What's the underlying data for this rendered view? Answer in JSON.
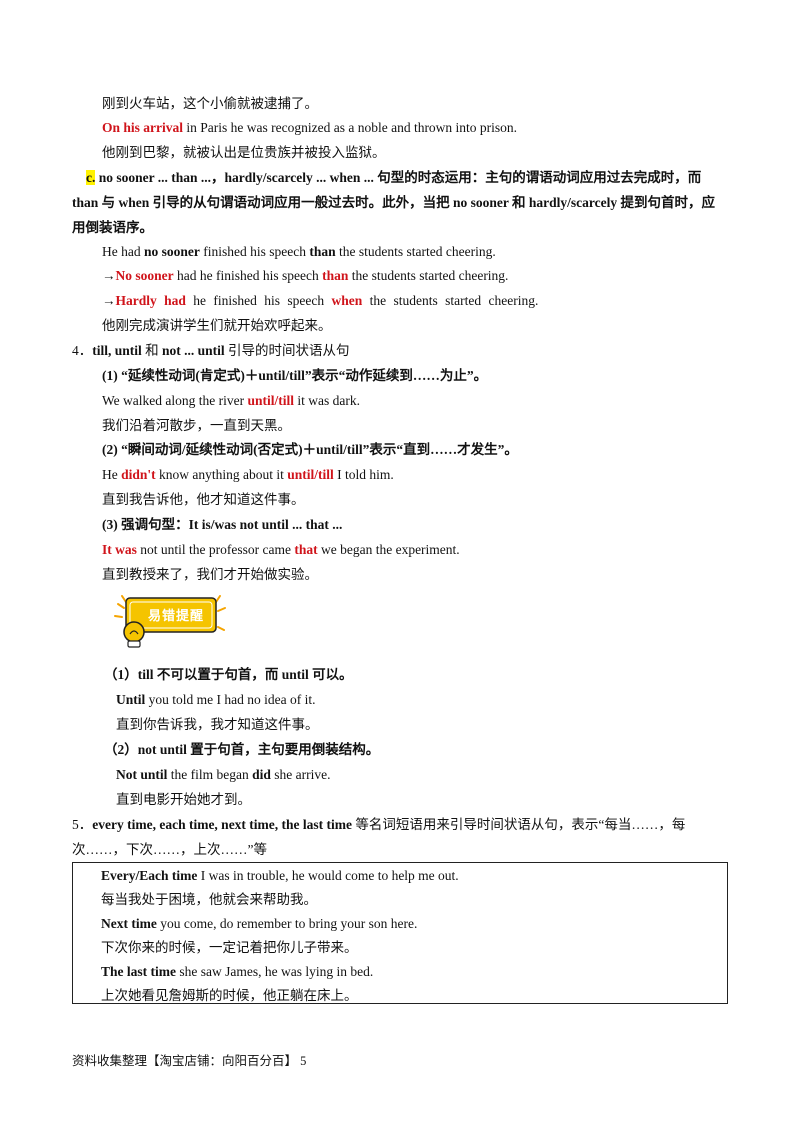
{
  "l1": "刚到火车站，这个小偷就被逮捕了。",
  "l2": {
    "a": "On his arrival",
    "b": " in Paris he was recognized as a noble and thrown into prison."
  },
  "l3": "他刚到巴黎，就被认出是位贵族并被投入监狱。",
  "c_para": {
    "label": "c.",
    "text": " no sooner ... than ...，hardly/scarcely ... when ... 句型的时态运用：主句的谓语动词应用过去完成时，而 than 与 when 引导的从句谓语动词应用一般过去时。此外，当把 no sooner 和 hardly/scarcely 提到句首时，应用倒装语序。"
  },
  "l4": {
    "a": "He had ",
    "b": "no sooner",
    "c": " finished his speech ",
    "d": "than",
    "e": " the students started cheering."
  },
  "l5": {
    "a": "→",
    "b": "No sooner",
    "c": " had he finished his speech ",
    "d": "than",
    "e": " the students started cheering."
  },
  "l6": {
    "a": "→",
    "b": "Hardly had",
    "c": " he finished his speech ",
    "d": "when",
    "e": " the students started cheering."
  },
  "l7": "他刚完成演讲学生们就开始欢呼起来。",
  "s4": {
    "num": "4．",
    "a": "till, until",
    "b": " 和 ",
    "c": "not ... until",
    "d": " 引导的时间状语从句"
  },
  "s4_1": "(1) “延续性动词(肯定式)＋until/till”表示“动作延续到……为止”。",
  "s4_1_en": {
    "a": "We walked along the river ",
    "b": "until/till",
    "c": " it was dark."
  },
  "s4_1_cn": "我们沿着河散步，一直到天黑。",
  "s4_2": "(2) “瞬间动词/延续性动词(否定式)＋until/till”表示“直到……才发生”。",
  "s4_2_en": {
    "a": "He ",
    "b": "didn't",
    "c": " know anything about it ",
    "d": "until/till",
    "e": " I told him."
  },
  "s4_2_cn": "直到我告诉他，他才知道这件事。",
  "s4_3": "(3) 强调句型：It is/was not until ... that ...",
  "s4_3_en": {
    "a": "It was",
    "b": " not until the professor came ",
    "c": "that",
    "d": " we began the experiment."
  },
  "s4_3_cn": "直到教授来了，我们才开始做实验。",
  "badge": "易错提醒",
  "tip1": "（1）till 不可以置于句首，而 until 可以。",
  "tip1_en": {
    "a": "Until",
    "b": " you told me I had no idea of it."
  },
  "tip1_cn": "直到你告诉我，我才知道这件事。",
  "tip2": "（2）not until 置于句首，主句要用倒装结构。",
  "tip2_en": {
    "a": "Not until",
    "b": " the film began ",
    "c": "did",
    "d": " she arrive."
  },
  "tip2_cn": "直到电影开始她才到。",
  "s5": {
    "num": "5．",
    "a": "every time, each time, next time, the last time",
    "b": " 等名词短语用来引导时间状语从句，表示“每当……，每次……，下次……，上次……”等"
  },
  "box": {
    "r1": {
      "a": "Every/Each time",
      "b": " I was in trouble, he would come to help me out."
    },
    "r2": "每当我处于困境，他就会来帮助我。",
    "r3": {
      "a": "Next time",
      "b": " you come, do remember to bring your son here."
    },
    "r4": "下次你来的时候，一定记着把你儿子带来。",
    "r5": {
      "a": "The last time",
      "b": " she saw James, he was lying in bed."
    },
    "r6": "上次她看见詹姆斯的时候，他正躺在床上。"
  },
  "footer": "资料收集整理【淘宝店铺：向阳百分百】    5",
  "colors": {
    "accent_red": "#d0141b",
    "highlight": "#fff200",
    "badge_bg": "#f5c400"
  }
}
